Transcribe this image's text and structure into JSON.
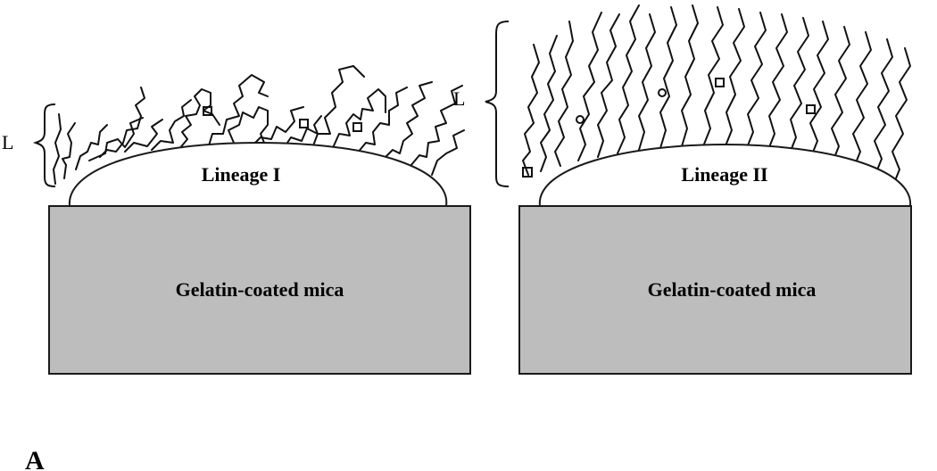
{
  "panel_letter": "A",
  "panels": [
    {
      "cell_label": "Lineage I",
      "substrate_label": "Gelatin-coated mica",
      "length_label": "L"
    },
    {
      "cell_label": "Lineage II",
      "substrate_label": "Gelatin-coated mica",
      "length_label": "L"
    }
  ],
  "colors": {
    "substrate_fill": "#bdbdbd",
    "outline": "#1a1a1a",
    "cell_fill": "#ffffff",
    "polymer": "#111111"
  }
}
